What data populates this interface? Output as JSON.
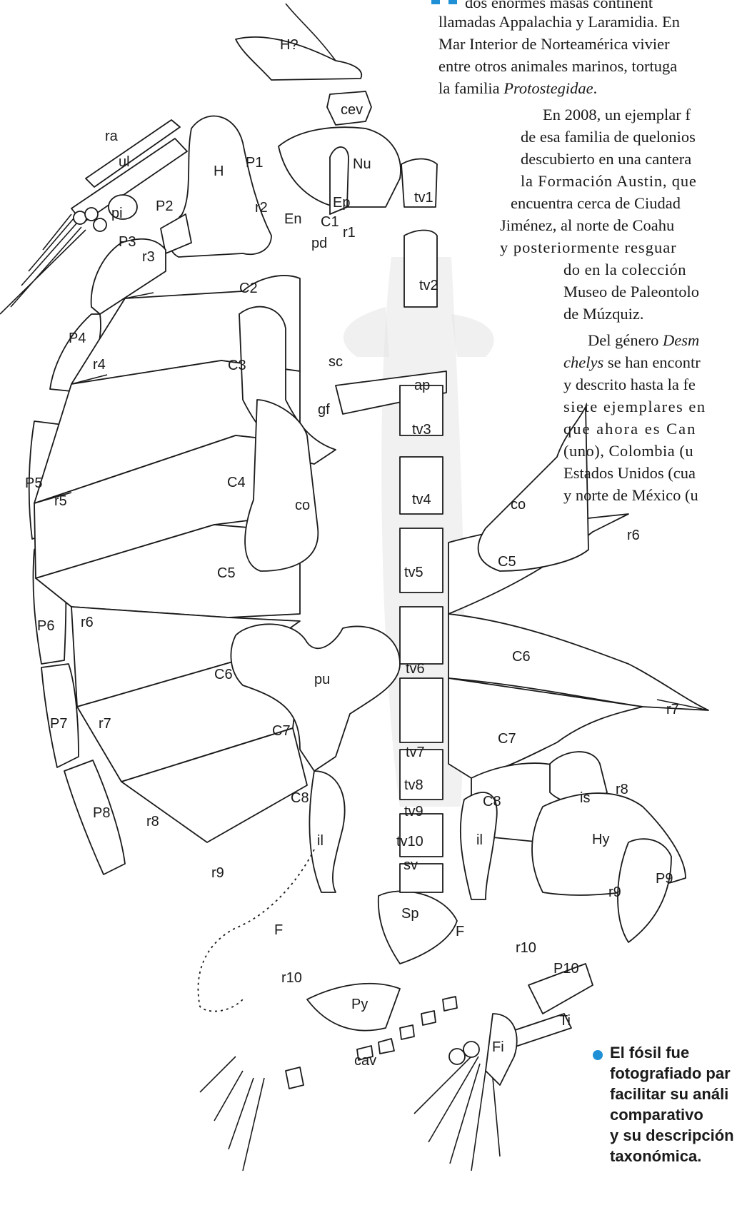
{
  "article": {
    "lines": [
      "dos enormes masas continent",
      "llamadas Appalachia y Laramidia. En",
      "Mar Interior de Norteamérica vivier",
      "entre otros animales marinos, tortuga",
      "la familia ",
      "En 2008, un ejemplar f",
      "de esa familia de quelonios",
      "descubierto en una cantera",
      "la Formación Austin, que",
      "encuentra cerca de Ciudad",
      "Jiménez, al norte de Coahu",
      "y posteriormente resguar",
      "do en la colección",
      "Museo de Paleontolo",
      "de Múzquiz.",
      "Del género ",
      "chelys",
      " se han encontr",
      "y descrito hasta la fe",
      "siete ejemplares en",
      "que ahora es Can",
      "(uno), Colombia (u",
      "Estados Unidos (cua",
      "y norte de México (u"
    ],
    "family_italic": "Protostegidae",
    "family_suffix": ".",
    "genus_italic": "Desm"
  },
  "caption": {
    "lines": [
      "El fósil fue",
      "fotografiado par",
      "facilitar su análi",
      "comparativo",
      "y su descripción",
      "taxonómica."
    ]
  },
  "labels": {
    "H_q": "H?",
    "cev": "cev",
    "Nu": "Nu",
    "ra": "ra",
    "ul": "ul",
    "pi": "pi",
    "H": "H",
    "P1": "P1",
    "r2": "r2",
    "Ep": "Ep",
    "En": "En",
    "C1": "C1",
    "r1": "r1",
    "tv1": "tv1",
    "P2": "P2",
    "P3": "P3",
    "r3": "r3",
    "C2": "C2",
    "pd": "pd",
    "tv2": "tv2",
    "P4": "P4",
    "r4": "r4",
    "C3": "C3",
    "sc": "sc",
    "ap": "ap",
    "gf": "gf",
    "tv3": "tv3",
    "P5": "P5",
    "r5": "r5",
    "C4": "C4",
    "co_l": "co",
    "tv4": "tv4",
    "co_r": "co",
    "r6_r": "r6",
    "C5_r": "C5",
    "C5_l": "C5",
    "tv5": "tv5",
    "P6": "P6",
    "r6_l": "r6",
    "C6_l": "C6",
    "tv6": "tv6",
    "C6_r": "C6",
    "pu": "pu",
    "P7": "P7",
    "r7_l": "r7",
    "C7_l": "C7",
    "tv7": "tv7",
    "C7_r": "C7",
    "r7_r": "r7",
    "P8": "P8",
    "r8_l": "r8",
    "C8_l": "C8",
    "tv8": "tv8",
    "C8_r": "C8",
    "is": "is",
    "r8_r": "r8",
    "tv9": "tv9",
    "il_l": "il",
    "il_r": "il",
    "tv10": "tv10",
    "Hy": "Hy",
    "r9_l": "r9",
    "sv": "sv",
    "r9_r": "r9",
    "P9": "P9",
    "Sp": "Sp",
    "F_l": "F",
    "F_r": "F",
    "r10_r": "r10",
    "P10": "P10",
    "r10_l": "r10",
    "Py": "Py",
    "Ti": "Ti",
    "Fi": "Fi",
    "cav": "cav"
  }
}
